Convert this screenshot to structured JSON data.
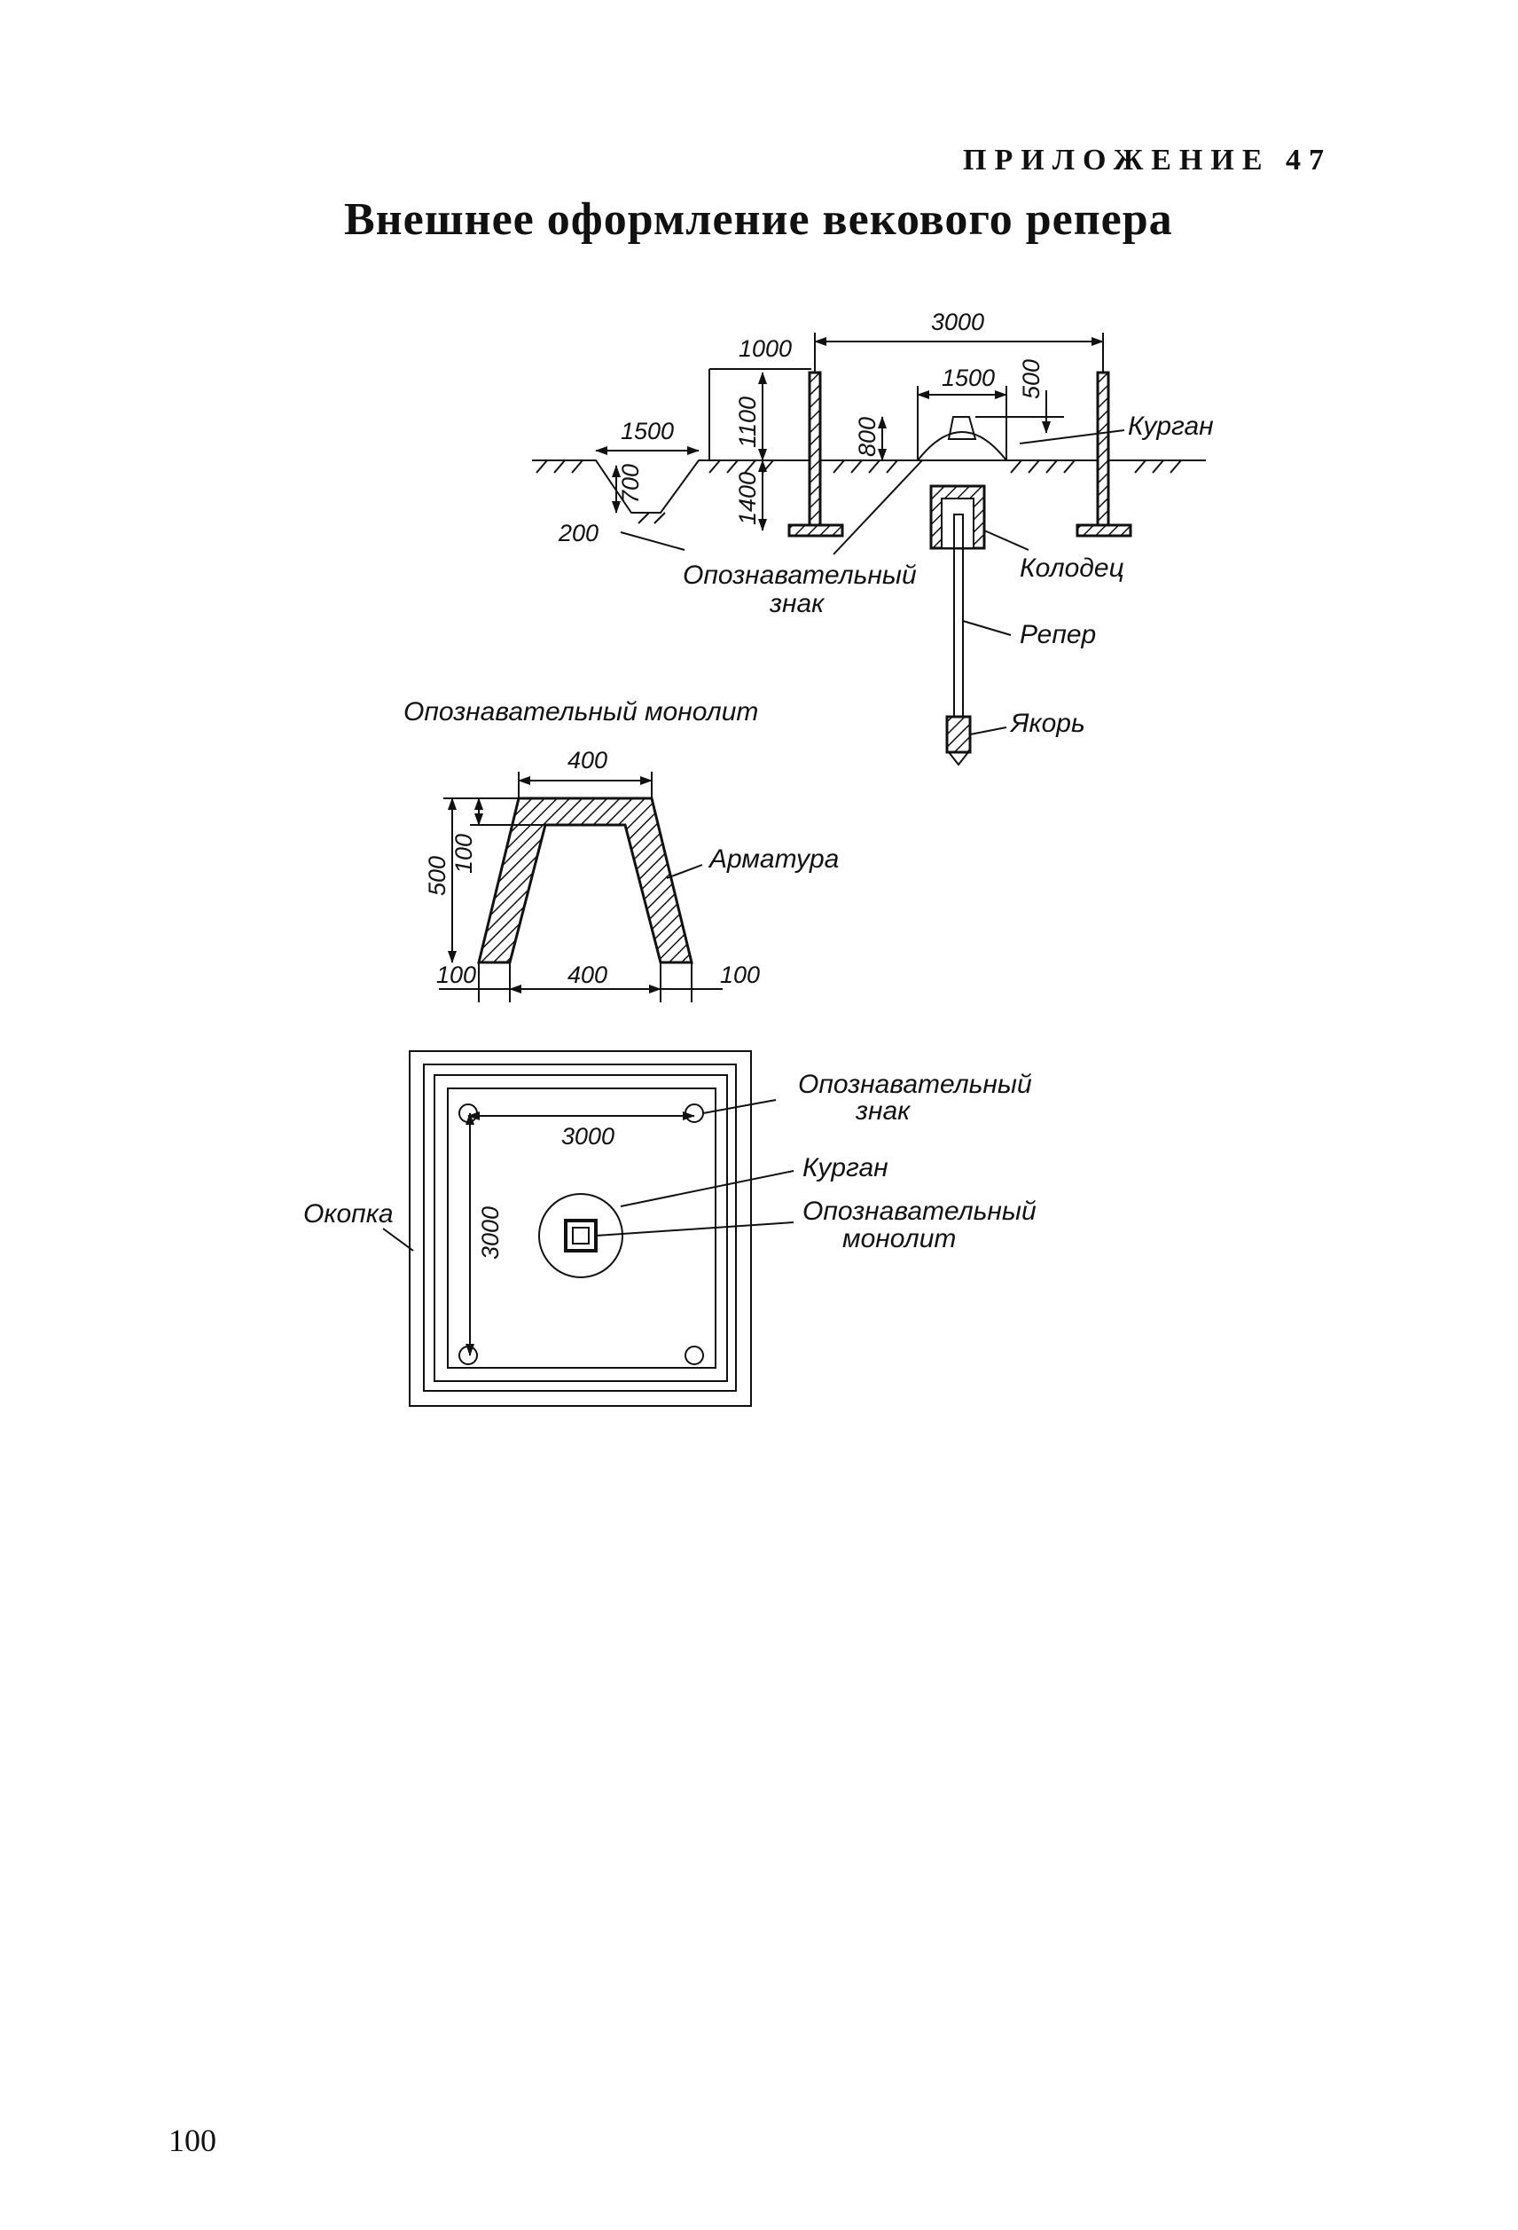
{
  "header": {
    "appendix_label": "ПРИЛОЖЕНИЕ 47",
    "title": "Внешнее оформление векового репера"
  },
  "section_view": {
    "dim_3000": "3000",
    "dim_1000": "1000",
    "dim_1500_mound": "1500",
    "dim_500": "500",
    "dim_1100": "1100",
    "dim_800": "800",
    "dim_1500_ditch": "1500",
    "dim_700": "700",
    "dim_1400": "1400",
    "dim_200": "200",
    "label_mound": "Курган",
    "label_well": "Колодец",
    "label_sign_line1": "Опознавательный",
    "label_sign_line2": "знак",
    "label_benchmark": "Репер",
    "label_anchor": "Якорь"
  },
  "monolith": {
    "title": "Опознавательный монолит",
    "dim_top_400": "400",
    "dim_500": "500",
    "dim_100_inner": "100",
    "dim_100_left": "100",
    "dim_400_bottom": "400",
    "dim_100_right": "100",
    "label_armature": "Арматура"
  },
  "plan_view": {
    "label_sign_line1": "Опознавательный",
    "label_sign_line2": "знак",
    "label_mound": "Курган",
    "label_monolith_line1": "Опознавательный",
    "label_monolith_line2": "монолит",
    "label_trench": "Окопка",
    "dim_3000_h": "3000",
    "dim_3000_v": "3000"
  },
  "footer": {
    "page_number": "100"
  }
}
